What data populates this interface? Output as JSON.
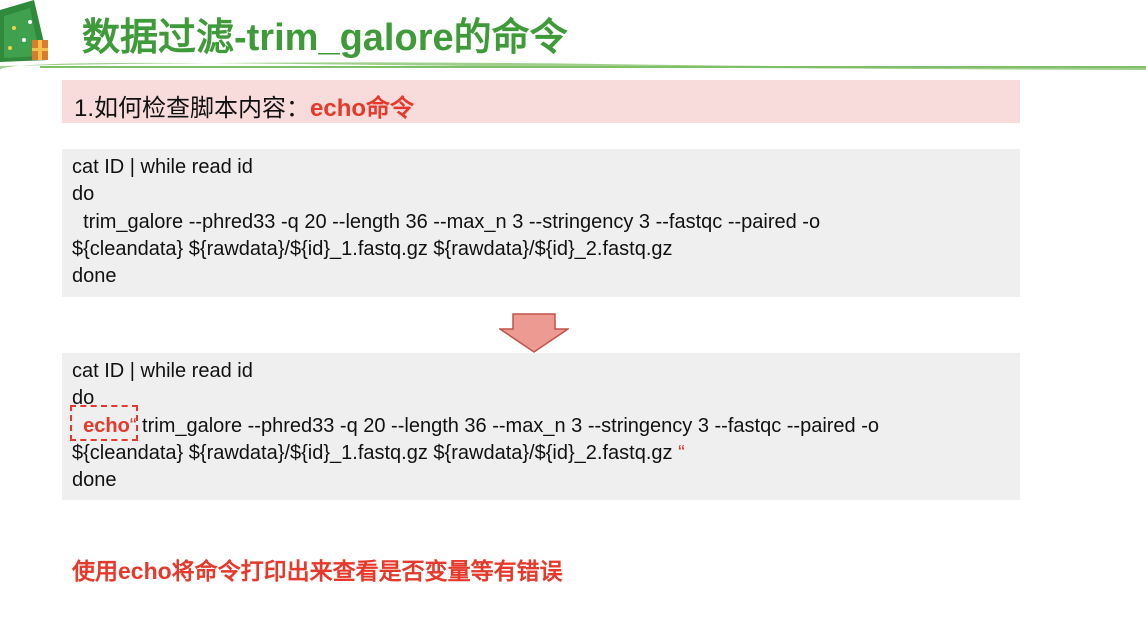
{
  "header": {
    "title": "数据过滤-trim_galore的命令"
  },
  "section": {
    "prefix": "1.如何检查脚本内容：",
    "highlight": "echo命令"
  },
  "code_before": {
    "lines": [
      "cat ID | while read id",
      "do",
      "  trim_galore --phred33 -q 20 --length 36 --max_n 3 --stringency 3 --fastqc --paired -o",
      "${cleandata} ${rawdata}/${id}_1.fastq.gz ${rawdata}/${id}_2.fastq.gz",
      "done"
    ]
  },
  "code_after": {
    "line1": "cat ID | while read id",
    "line2": "do",
    "line3_echo": "echo",
    "line3_open_quote": "“",
    "line3_rest": " trim_galore --phred33 -q 20 --length 36 --max_n 3 --stringency 3 --fastqc --paired -o",
    "line4_rest": "${cleandata} ${rawdata}/${id}_1.fastq.gz ${rawdata}/${id}_2.fastq.gz ",
    "line4_close_quote": "“",
    "line5": "done"
  },
  "footer": {
    "note": "使用echo将命令打印出来查看是否变量等有错误"
  },
  "colors": {
    "title_green": "#3f9a39",
    "accent_red": "#e5392b",
    "section_bg": "#f8dcdc",
    "code_bg": "#efefef",
    "arrow_fill": "#ec9a92",
    "arrow_stroke": "#c0544a"
  }
}
